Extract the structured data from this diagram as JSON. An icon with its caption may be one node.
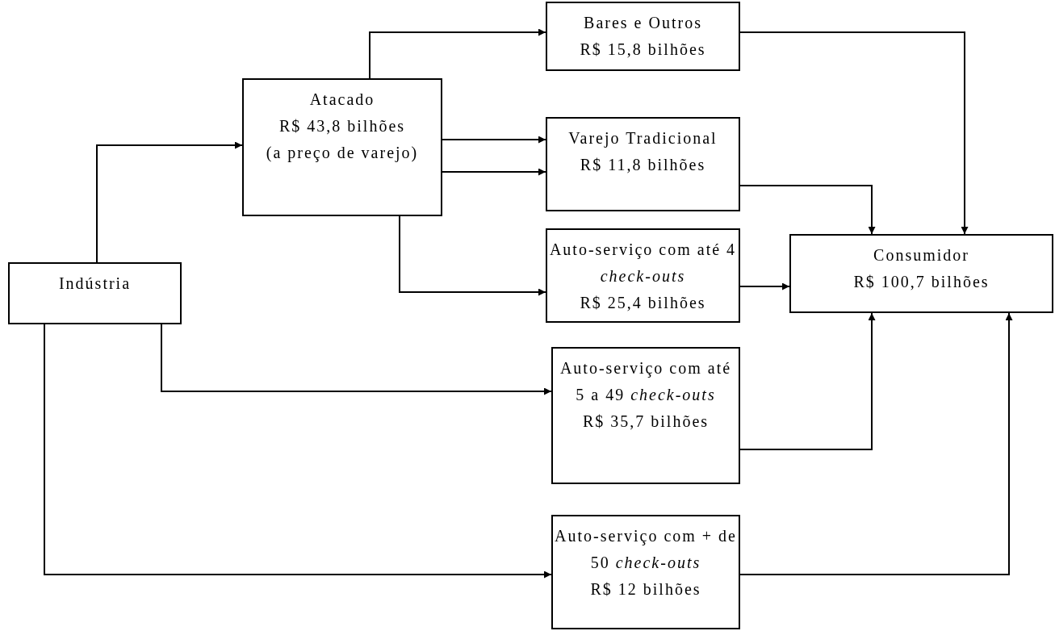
{
  "diagram": {
    "nodes": [
      {
        "text": [
          "Indústria"
        ]
      },
      {
        "text": [
          "Atacado",
          "R$ 43,8 bilhões",
          "(a preço de varejo)"
        ]
      },
      {
        "text": [
          "Bares e Outros",
          "R$ 15,8 bilhões"
        ]
      },
      {
        "text": [
          "Varejo Tradicional",
          "R$ 11,8 bilhões"
        ]
      },
      {
        "text": [
          "Auto-serviço com até 4 *check-outs*",
          "R$ 25,4 bilhões"
        ]
      },
      {
        "text": [
          "Consumidor",
          "R$ 100,7 bilhões"
        ]
      },
      {
        "text": [
          "Auto-serviço com até 5 a 49 *check-outs*",
          "R$ 35,7 bilhões"
        ]
      },
      {
        "text": [
          "Auto-serviço com + de 50 *check-outs*",
          "R$ 12 bilhões"
        ]
      }
    ],
    "edges": [
      {
        "from": 0,
        "to": 1,
        "arrow": "to"
      },
      {
        "from": 1,
        "to": 2,
        "arrow": "to"
      },
      {
        "from": 1,
        "to": 3,
        "arrow": "to"
      },
      {
        "from": 1,
        "to": 3,
        "arrow": "to"
      },
      {
        "from": 1,
        "to": 4,
        "arrow": "to"
      },
      {
        "from": 0,
        "to": 6,
        "arrow": "to"
      },
      {
        "from": 0,
        "to": 7,
        "arrow": "to"
      },
      {
        "from": 2,
        "to": 5,
        "arrow": "to"
      },
      {
        "from": 3,
        "to": 5,
        "arrow": "to"
      },
      {
        "from": 4,
        "to": 5,
        "arrow": "to"
      },
      {
        "from": 6,
        "to": 5,
        "arrow": "to"
      },
      {
        "from": 7,
        "to": 5,
        "arrow": "to"
      }
    ]
  }
}
